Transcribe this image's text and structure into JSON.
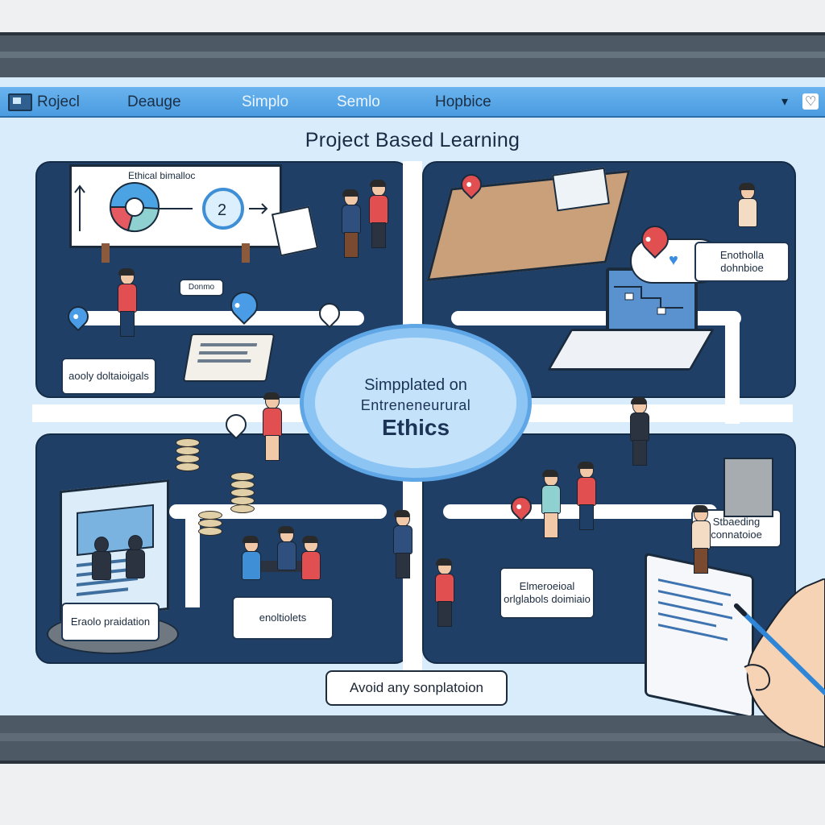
{
  "menubar": {
    "items": [
      {
        "label": "Rojecl"
      },
      {
        "label": "Deauge"
      },
      {
        "label": "Simplo"
      },
      {
        "label": "Semlo"
      },
      {
        "label": "Hopbice"
      }
    ],
    "controls": [
      "▾",
      "♡"
    ]
  },
  "page": {
    "title": "Project Based Learning"
  },
  "whiteboard": {
    "caption": "Ethical bimalloc"
  },
  "center": {
    "line1": "Simpplated on",
    "line2": "Entreneneurural",
    "line3": "Ethics"
  },
  "labels": {
    "note_small": "Donmo",
    "top_right": "Enotholla dohnbioe",
    "left_mid": "aooly doltaioigals",
    "right_mid": "Stbaeding connatoioe",
    "bottom_left": "Eraolo praidation",
    "bottom_center_left": "enoltiolets",
    "bottom_center_right": "Elmeroeioal orlglabols doimiaio",
    "bottom_center": "Avoid any sonplatoion"
  },
  "colors": {
    "panel": "#1f3f66",
    "menubar": "#4a9be0",
    "screen": "#d9ecfb",
    "accent_red": "#e24f50",
    "accent_blue": "#4b9ce6"
  },
  "icons": [
    "app-window-icon",
    "map-pin-icon",
    "laptop-icon",
    "cloud-heart-icon",
    "coin-stack-icon",
    "book-icon",
    "clipboard-icon",
    "hand-pen-icon"
  ]
}
